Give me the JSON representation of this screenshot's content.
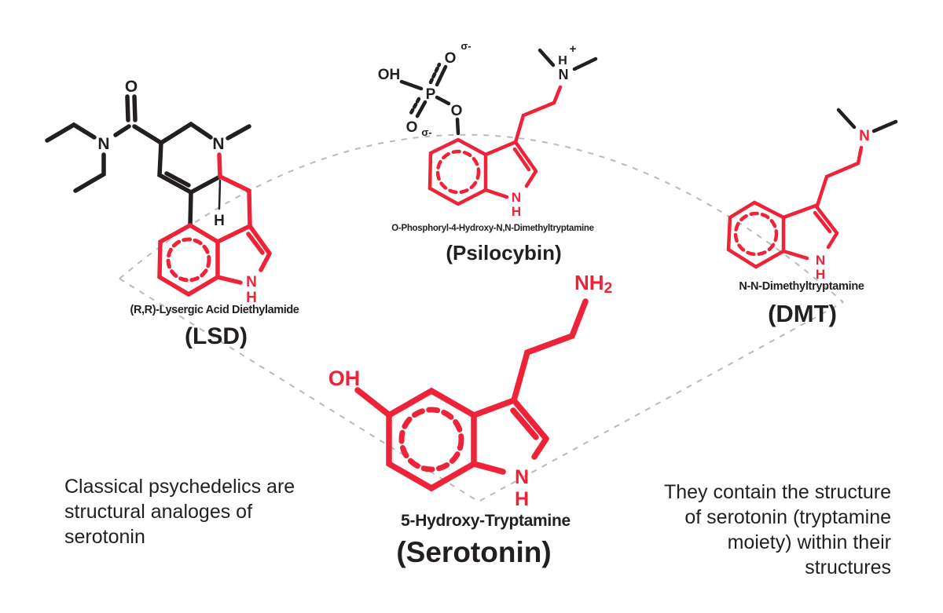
{
  "colors": {
    "red": "#EE2338",
    "black": "#231F20",
    "dash_gray": "#B8BBB8"
  },
  "molecules": {
    "lsd": {
      "chemical_name": "(R,R)-Lysergic Acid Diethylamide",
      "common_name": "(LSD)",
      "atoms": {
        "carbonyl_oxygen": "O",
        "amide_nitrogen": "N",
        "ring_nitrogen": "N",
        "stereo_hydrogen": "H",
        "indole_nitrogen": "N",
        "indole_hydrogen": "H"
      }
    },
    "psilocybin": {
      "chemical_name": "O-Phosphoryl-4-Hydroxy-N,N-Dimethyltryptamine",
      "common_name": "(Psilocybin)",
      "atoms": {
        "hydroxyl": "OH",
        "phosphorus": "P",
        "oxygen_top": "O",
        "sigma_top": "σ-",
        "oxygen_left": "O",
        "sigma_left": "σ-",
        "oxygen_ester": "O",
        "ammonium_hydrogen": "H",
        "ammonium_charge": "+",
        "ammonium_nitrogen": "N",
        "indole_nitrogen": "N",
        "indole_hydrogen": "H"
      }
    },
    "dmt": {
      "chemical_name": "N-N-Dimethyltryptamine",
      "common_name": "(DMT)",
      "atoms": {
        "amine_nitrogen": "N",
        "indole_nitrogen": "N",
        "indole_hydrogen": "H"
      }
    },
    "serotonin": {
      "chemical_name": "5-Hydroxy-Tryptamine",
      "common_name": "(Serotonin)",
      "atoms": {
        "hydroxyl": "OH",
        "amine": "NH",
        "amine_subscript": "2",
        "indole_nitrogen": "N",
        "indole_hydrogen": "H"
      }
    }
  },
  "captions": {
    "left": [
      "Classical psychedelics are",
      "structural analoges of",
      "serotonin"
    ],
    "right": [
      "They contain the structure",
      "of serotonin (tryptamine",
      "moiety) within their",
      "structures"
    ]
  }
}
